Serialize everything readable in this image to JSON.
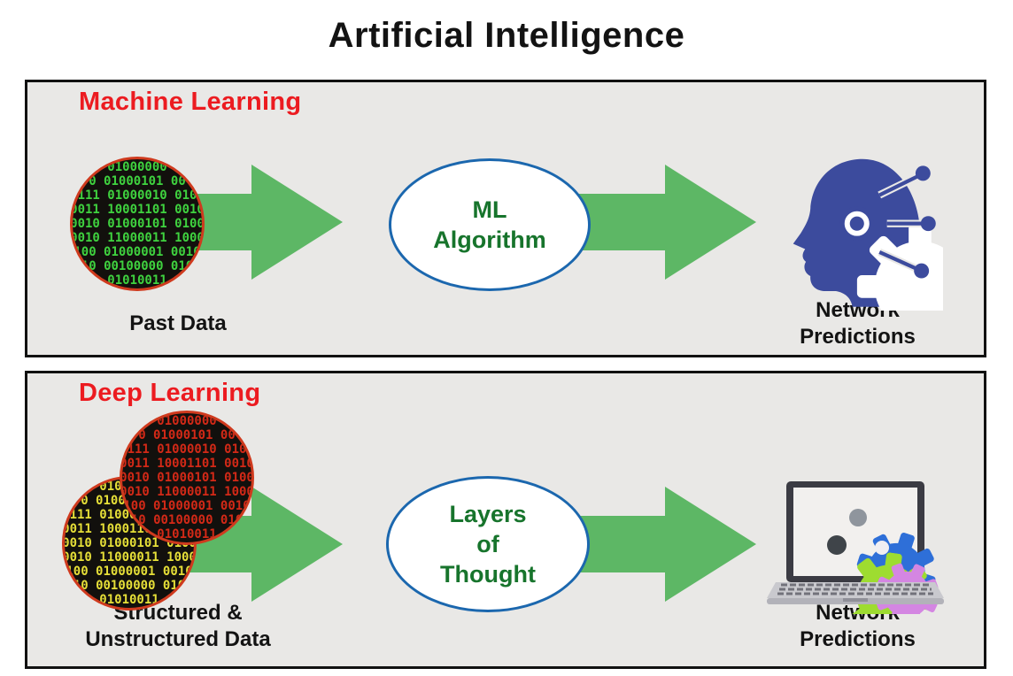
{
  "title": "Artificial Intelligence",
  "panels": [
    {
      "title": "Machine Learning",
      "input_label_lines": [
        "Past Data"
      ],
      "process_lines": [
        "ML",
        "Algorithm"
      ],
      "output_label_lines": [
        "Network",
        "Predictions"
      ],
      "input_icon": "binary-data-circle-green",
      "output_icon": "head-gear-network"
    },
    {
      "title": "Deep Learning",
      "input_label_lines": [
        "Structured &",
        "Unstructured Data"
      ],
      "process_lines": [
        "Layers",
        "of",
        "Thought"
      ],
      "output_label_lines": [
        "Network",
        "Predictions"
      ],
      "input_icon": "binary-data-circles-red-yellow",
      "output_icon": "laptop-gears"
    }
  ],
  "binary_rows": [
    "01000000",
    "0 01000101 00",
    "111 01000010 010",
    "0011 10001101 0010",
    "0010 01000101 0100",
    "0010 11000011 1000",
    "100 01000001 0010",
    "10 00100000 010",
    "01010011"
  ],
  "colors": {
    "panel_bg": "#e9e8e6",
    "panel_border": "#111111",
    "title_text": "#131313",
    "heading_red": "#ec1b20",
    "label_text": "#131313",
    "arrow_green": "#5db765",
    "ellipse_border": "#1b67ae",
    "ellipse_text": "#17742c",
    "circle_border": "#cf3a1e",
    "circle_bg": "#12100d",
    "binary_green": "#3fd23f",
    "binary_red": "#d32917",
    "binary_yellow": "#e6df38",
    "head_navy": "#3c4b9d",
    "laptop_frame": "#3b3b43",
    "laptop_screen": "#f2f0ee",
    "laptop_base": "#c9c9ce",
    "gear_blue": "#2e6fd8",
    "gear_green": "#9edc30",
    "gear_purple": "#d486e2"
  }
}
